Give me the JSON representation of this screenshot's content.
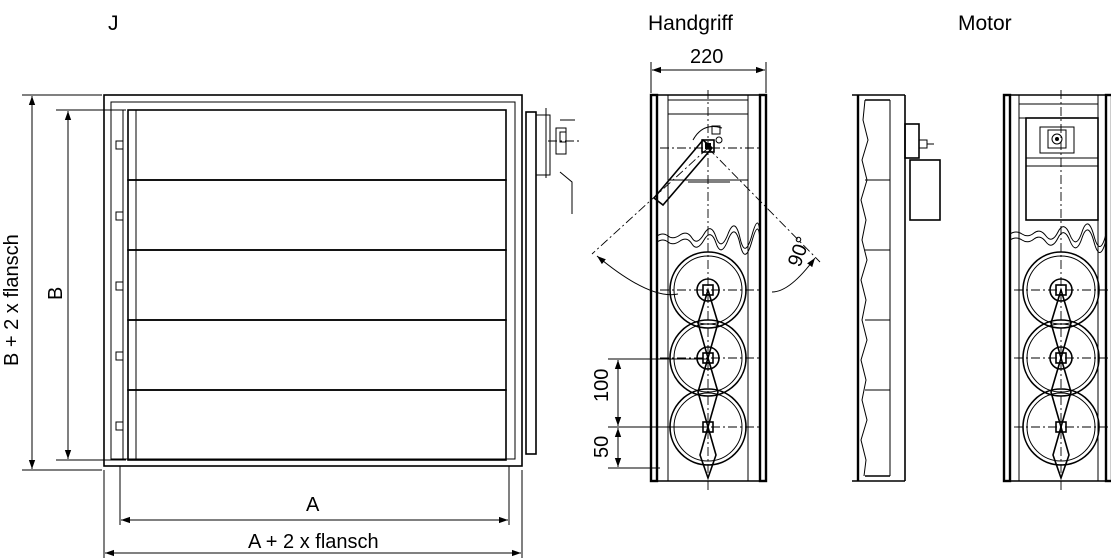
{
  "labels": {
    "variant": "J",
    "handle": "Handgriff",
    "motor": "Motor"
  },
  "dimensions": {
    "width_a": "A",
    "width_total": "A + 2 x flansch",
    "height_b": "B",
    "height_total": "B + 2 x flansch",
    "depth": "220",
    "blade_pitch": "100",
    "end_offset": "50",
    "angle": "90°"
  }
}
